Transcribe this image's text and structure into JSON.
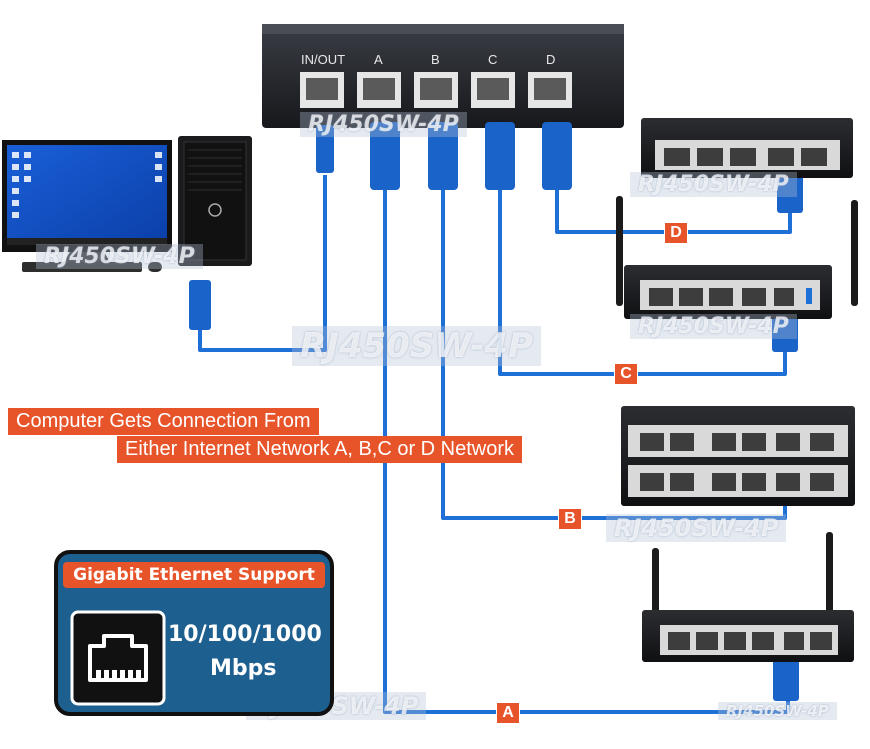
{
  "switch_box": {
    "ports": [
      "IN/OUT",
      "A",
      "B",
      "C",
      "D"
    ]
  },
  "watermark": "RJ450SW-4P",
  "callout": {
    "line1": "Computer Gets Connection From",
    "line2": "Either Internet Network A, B,C or D Network"
  },
  "network_labels": [
    "A",
    "B",
    "C",
    "D"
  ],
  "badge": {
    "title": "Gigabit Ethernet Support",
    "speed": "10/100/1000",
    "unit": "Mbps"
  },
  "colors": {
    "cable": "#1e6fd6",
    "accent": "#e8542a",
    "badge_bg": "#1d5f8e",
    "device": "#1f1f22"
  },
  "icons": [
    "rj45-port-icon",
    "desktop-computer-icon",
    "router-icon",
    "switch-icon"
  ]
}
